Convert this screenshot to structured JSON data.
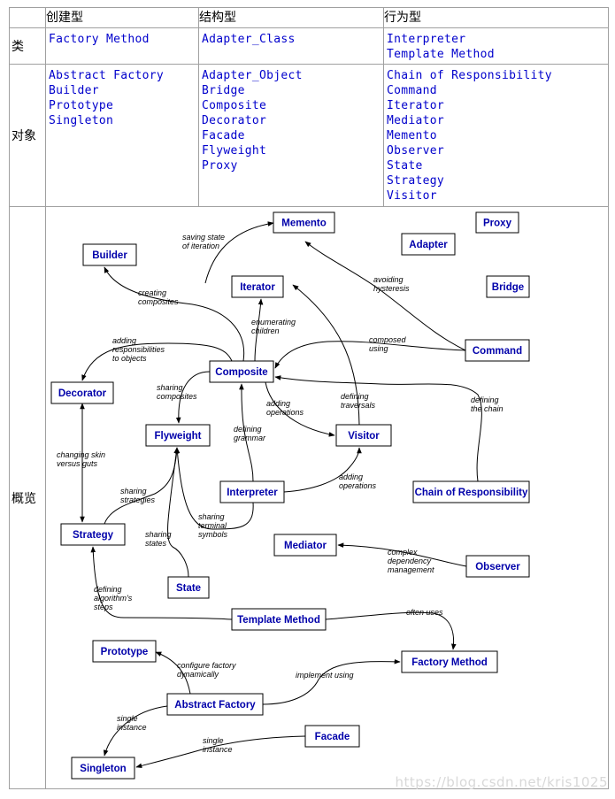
{
  "header": {
    "blank": "",
    "creational": "创建型",
    "structural": "结构型",
    "behavioral": "行为型"
  },
  "rows": {
    "class": {
      "label": "类",
      "creational": [
        "Factory Method"
      ],
      "structural": [
        "Adapter_Class"
      ],
      "behavioral": [
        "Interpreter",
        "Template Method"
      ]
    },
    "object": {
      "label": "对象",
      "creational": [
        "Abstract Factory",
        "Builder",
        "Prototype",
        "Singleton"
      ],
      "structural": [
        "Adapter_Object",
        "Bridge",
        "Composite",
        "Decorator",
        "Facade",
        "Flyweight",
        "Proxy"
      ],
      "behavioral": [
        "Chain of Responsibility",
        "Command",
        "Iterator",
        "Mediator",
        "Memento",
        "Observer",
        "State",
        "Strategy",
        "Visitor"
      ]
    },
    "overview": {
      "label": "概览"
    }
  },
  "diagram": {
    "boxes": {
      "memento": "Memento",
      "proxy": "Proxy",
      "builder": "Builder",
      "adapter": "Adapter",
      "iterator": "Iterator",
      "bridge": "Bridge",
      "command": "Command",
      "composite": "Composite",
      "decorator": "Decorator",
      "flyweight": "Flyweight",
      "visitor": "Visitor",
      "interpreter": "Interpreter",
      "chain": "Chain of Responsibility",
      "strategy": "Strategy",
      "mediator": "Mediator",
      "observer": "Observer",
      "state": "State",
      "template": "Template Method",
      "prototype": "Prototype",
      "factory": "Factory Method",
      "abstract_factory": "Abstract Factory",
      "facade": "Facade",
      "singleton": "Singleton"
    },
    "labels": {
      "saving_state": [
        "saving state",
        "of iteration"
      ],
      "avoiding": [
        "avoiding",
        "hysteresis"
      ],
      "creating": [
        "creating",
        "composites"
      ],
      "enumerating": [
        "enumerating",
        "children"
      ],
      "adding_resp": [
        "adding",
        "responsibilities",
        "to objects"
      ],
      "composed": [
        "composed",
        "using"
      ],
      "sharing_comp": [
        "sharing",
        "composites"
      ],
      "adding_ops1": [
        "adding",
        "operations"
      ],
      "defining_trav": [
        "defining",
        "traversals"
      ],
      "defining_chain": [
        "defining",
        "the chain"
      ],
      "defining_grammar": [
        "defining",
        "grammar"
      ],
      "changing_skin": [
        "changing skin",
        "versus guts"
      ],
      "adding_ops2": [
        "adding",
        "operations"
      ],
      "sharing_strat": [
        "sharing",
        "strategies"
      ],
      "sharing_term": [
        "sharing",
        "terminal",
        "symbols"
      ],
      "sharing_states": [
        "sharing",
        "states"
      ],
      "complex_dep": [
        "complex",
        "dependency",
        "management"
      ],
      "defining_alg": [
        "defining",
        "algorithm's",
        "steps"
      ],
      "often_uses": [
        "often uses"
      ],
      "configure": [
        "configure factory",
        "dynamically"
      ],
      "implement": [
        "implement using"
      ],
      "single1": [
        "single",
        "instance"
      ],
      "single2": [
        "single",
        "instance"
      ]
    }
  },
  "watermark": "https://blog.csdn.net/kris1025"
}
